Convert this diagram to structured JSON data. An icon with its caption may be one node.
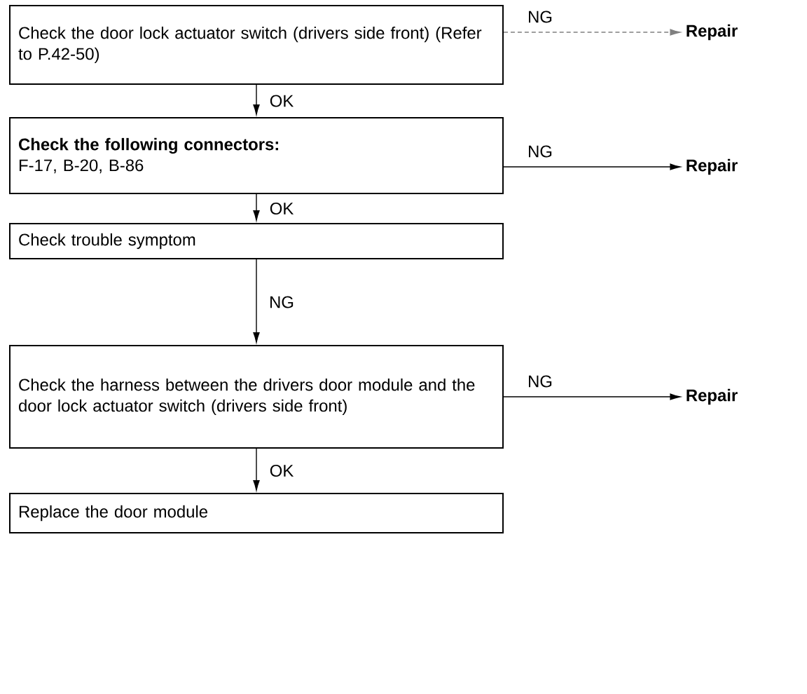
{
  "diagram": {
    "nodes": [
      {
        "text": [
          "Check the door lock actuator switch (drivers side front) (Refer to P.42-50)"
        ]
      },
      {
        "text": [
          "Repair"
        ]
      },
      {
        "text": [
          "Check the following connectors:",
          "F-17, B-20, B-86"
        ]
      },
      {
        "text": [
          "Repair"
        ]
      },
      {
        "text": [
          "Check trouble symptom"
        ]
      },
      {
        "text": [
          "Check the harness between the drivers door module and the door lock actuator switch (drivers side front)"
        ]
      },
      {
        "text": [
          "Repair"
        ]
      },
      {
        "text": [
          "Replace the door module"
        ]
      }
    ],
    "edges": [
      {
        "from": 0,
        "to": 1,
        "arrow": "to",
        "label": "NG",
        "style": "dashed",
        "color": "#808080"
      },
      {
        "from": 0,
        "to": 2,
        "arrow": "to",
        "label": "OK"
      },
      {
        "from": 2,
        "to": 3,
        "arrow": "to",
        "label": "NG"
      },
      {
        "from": 2,
        "to": 4,
        "arrow": "to",
        "label": "OK"
      },
      {
        "from": 4,
        "to": 5,
        "arrow": "to",
        "label": "NG"
      },
      {
        "from": 5,
        "to": 6,
        "arrow": "to",
        "label": "NG"
      },
      {
        "from": 5,
        "to": 7,
        "arrow": "to",
        "label": "OK"
      }
    ]
  }
}
